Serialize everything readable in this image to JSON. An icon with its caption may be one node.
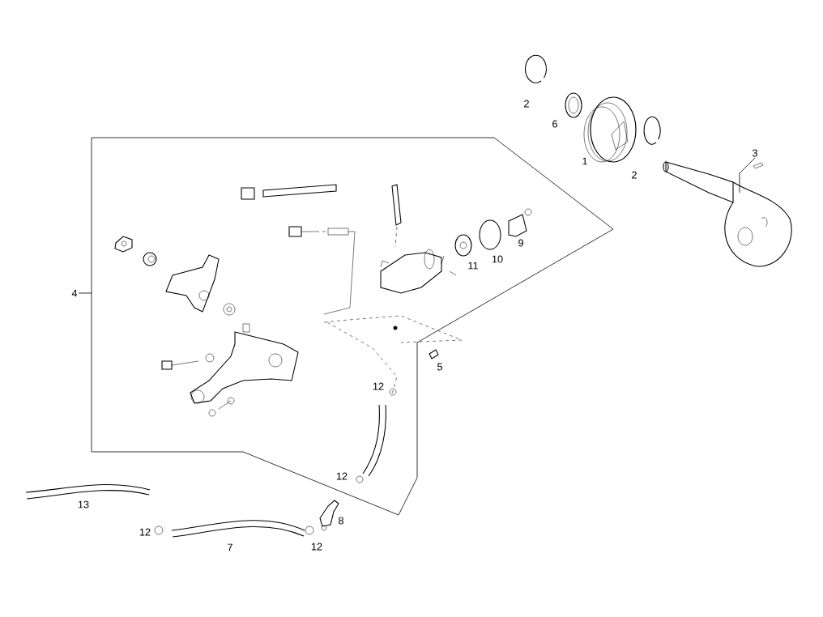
{
  "diagram": {
    "nodes": [
      {
        "text": [
          "4"
        ]
      },
      {
        "text": [
          "3"
        ]
      }
    ],
    "edges": [
      {
        "from": 0,
        "to": null,
        "arrow": "none"
      },
      {
        "from": 1,
        "to": null,
        "arrow": "none"
      }
    ],
    "labels": [
      "2",
      "6",
      "1",
      "2",
      "9",
      "10",
      "11",
      "5",
      "12",
      "12",
      "13",
      "8",
      "12",
      "7",
      "12"
    ]
  }
}
